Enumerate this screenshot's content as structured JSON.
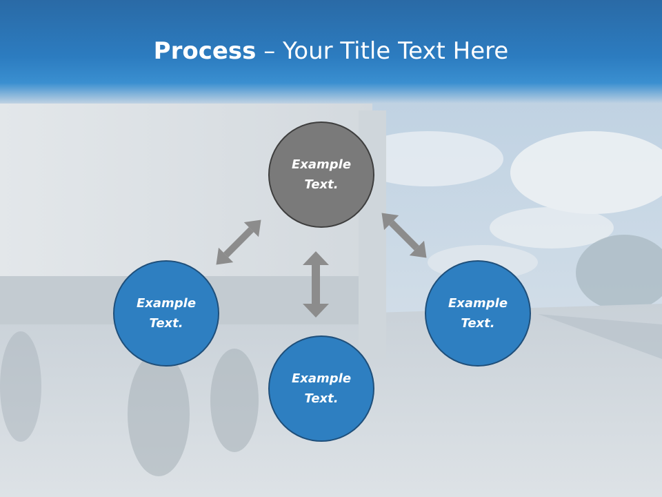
{
  "title": {
    "bold": "Process",
    "separator": " – ",
    "rest": "Your Title Text Here"
  },
  "nodes": [
    {
      "label": "Example Text.",
      "color": "#7a7a7a"
    },
    {
      "label": "Example Text.",
      "color": "#2e7fc1"
    },
    {
      "label": "Example Text.",
      "color": "#2e7fc1"
    },
    {
      "label": "Example Text.",
      "color": "#2e7fc1"
    }
  ],
  "colors": {
    "title_bar": "#2c7cc0",
    "arrow": "#8c8c8c",
    "node_blue": "#2e7fc1",
    "node_gray": "#7a7a7a"
  }
}
